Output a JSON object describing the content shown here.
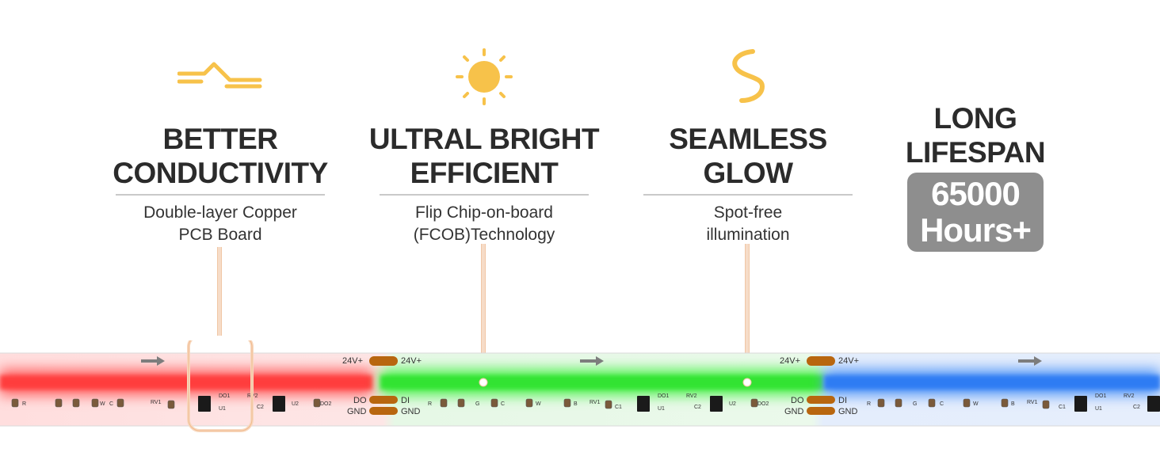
{
  "features": [
    {
      "icon": "conductivity-wave-icon",
      "title_line1": "BETTER",
      "title_line2": "CONDUCTIVITY",
      "desc_line1": "Double-layer Copper",
      "desc_line2": "PCB Board"
    },
    {
      "icon": "sun-icon",
      "title_line1": "ULTRAL BRIGHT",
      "title_line2": "EFFICIENT",
      "desc_line1": "Flip Chip-on-board",
      "desc_line2": "(FCOB)Technology"
    },
    {
      "icon": "s-curve-glow-icon",
      "title_line1": "SEAMLESS",
      "title_line2": "GLOW",
      "desc_line1": "Spot-free",
      "desc_line2": "illumination"
    }
  ],
  "lifespan": {
    "title_line1": "LONG",
    "title_line2": "LIFESPAN",
    "badge_line1": "65000",
    "badge_line2": "Hours+"
  },
  "strip": {
    "segment_colors": [
      "#ff4b4b",
      "#3ee63e",
      "#3b82f6"
    ],
    "pad_labels": {
      "power": "24V+",
      "data_out": "DO",
      "data_in": "DI",
      "ground": "GND"
    },
    "component_labels": {
      "r": "R",
      "g": "G",
      "b": "B",
      "c": "C",
      "w": "W",
      "rv1": "RV1",
      "rv2": "RV2",
      "do1": "DO1",
      "u1": "U1",
      "u2": "U2",
      "c1": "C1",
      "c2": "C2",
      "do2": "DO2"
    }
  },
  "colors": {
    "accent_icon": "#f7c24a",
    "title": "#2b2b2b",
    "badge": "#8e8e8e"
  }
}
